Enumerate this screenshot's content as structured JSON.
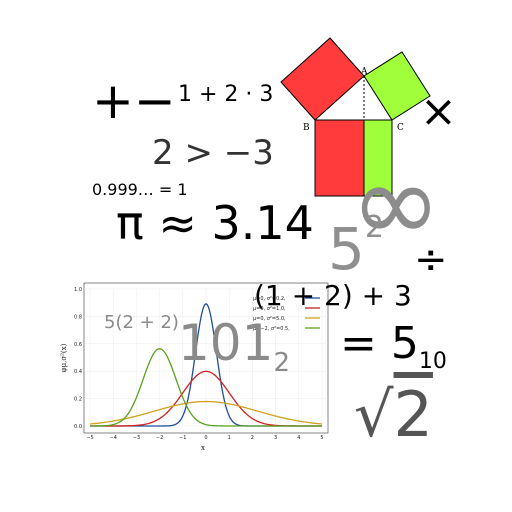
{
  "symbols": {
    "plus_minus": "+−",
    "times": "×",
    "infinity": "∞",
    "divide": "÷"
  },
  "expressions": {
    "sum": "1 + 2 · 3",
    "inequality": "2 > −3",
    "repeating": "0.999… = 1",
    "pi": "π ≈ 3.14",
    "five_base": "5",
    "five_exp": "2",
    "paren": "(1 + 2) + 3",
    "five_times": "5(2 + 2)",
    "binary": "101",
    "binary_base": "2",
    "equals_five": "= 5",
    "decimal_base": "10",
    "sqrt_radicand": "2"
  },
  "pythagoras": {
    "labels": {
      "a": "A",
      "b": "B",
      "c": "C"
    },
    "colors": {
      "red": "#ff3b3b",
      "green": "#a0ff3b"
    }
  },
  "chart_data": {
    "type": "line",
    "ylabel": "φμ,σ²(x)",
    "xlabel": "x",
    "xlim": [
      -5,
      5
    ],
    "ylim": [
      0,
      1.0
    ],
    "x_ticks": [
      "−5",
      "−4",
      "−3",
      "−2",
      "−1",
      "0",
      "1",
      "2",
      "3",
      "4",
      "5"
    ],
    "y_ticks": [
      "0.0",
      "0.2",
      "0.4",
      "0.6",
      "0.8",
      "1.0"
    ],
    "grid": true,
    "legend_position": "top-right",
    "series": [
      {
        "name": "μ=0,   σ²=0.2,",
        "mu": 0,
        "var": 0.2,
        "color": "#1f4e9a"
      },
      {
        "name": "μ=0,   σ²=1.0,",
        "mu": 0,
        "var": 1.0,
        "color": "#d11f1f"
      },
      {
        "name": "μ=0,   σ²=5.0,",
        "mu": 0,
        "var": 5.0,
        "color": "#d1a21f"
      },
      {
        "name": "μ=−2, σ²=0.5,",
        "mu": -2,
        "var": 0.5,
        "color": "#5aa01f"
      }
    ]
  }
}
